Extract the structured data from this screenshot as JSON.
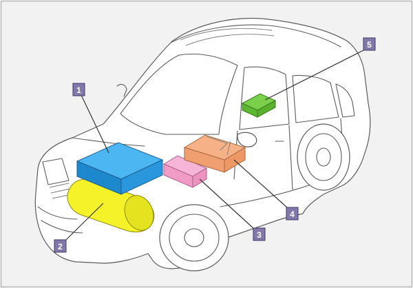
{
  "colors": {
    "background": "#f2f2f2",
    "border": "#b4b4b4",
    "car_line": "#5a5a5a",
    "badge": "#8278aa",
    "component_1": "#2e9ee6",
    "component_2": "#f5f22a",
    "component_3": "#f4a4cc",
    "component_4": "#f4a878",
    "component_5": "#66c238"
  },
  "badges": [
    {
      "id": "1",
      "label": "1"
    },
    {
      "id": "2",
      "label": "2"
    },
    {
      "id": "3",
      "label": "3"
    },
    {
      "id": "4",
      "label": "4"
    },
    {
      "id": "5",
      "label": "5"
    }
  ]
}
